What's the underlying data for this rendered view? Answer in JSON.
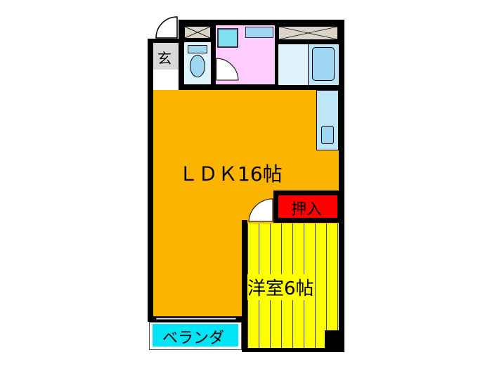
{
  "rooms": {
    "ldk": {
      "label": "ＬＤＫ16帖",
      "color": "#fbb400"
    },
    "western": {
      "label": "洋室6帖",
      "color": "#ffff00"
    },
    "closet": {
      "label": "押入",
      "color": "#ff0000"
    },
    "balcony": {
      "label": "ベランダ",
      "color": "#00e5f5"
    },
    "entrance": {
      "label": "玄",
      "color": "#d9d9d9"
    },
    "washroom": {
      "color": "#ffccff"
    },
    "bath": {
      "color": "#dff3fb"
    }
  }
}
